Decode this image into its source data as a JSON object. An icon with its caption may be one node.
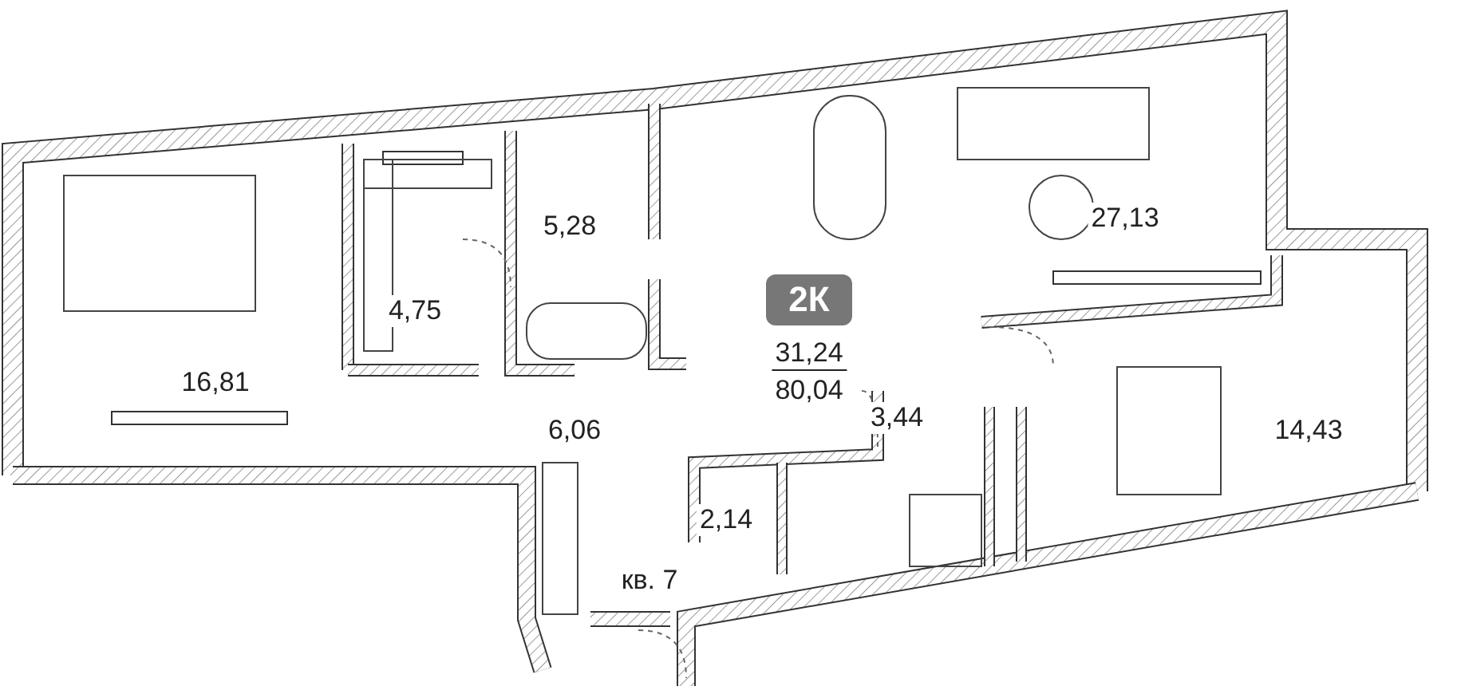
{
  "diagram": {
    "nodes": [
      {
        "text": [
          "2К"
        ]
      }
    ],
    "edges": [],
    "labels": [
      "27,13",
      "5,28",
      "4,75",
      "16,81",
      "31,24",
      "80,04",
      "6,06",
      "14,43",
      "3,44",
      "2,14",
      "кв. 7"
    ]
  }
}
